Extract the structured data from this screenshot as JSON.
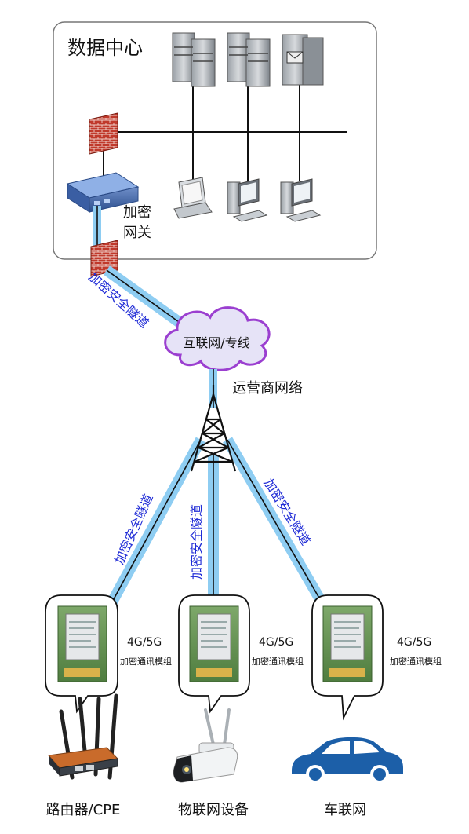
{
  "datacenter": {
    "title": "数据中心",
    "gateway_label_line1": "加密",
    "gateway_label_line2": "网关"
  },
  "tunnel_label": "加密安全隧道",
  "cloud_label": "互联网/专线",
  "carrier_label": "运营商网络",
  "modules": [
    {
      "band": "4G/5G",
      "desc": "加密通讯模组"
    },
    {
      "band": "4G/5G",
      "desc": "加密通讯模组"
    },
    {
      "band": "4G/5G",
      "desc": "加密通讯模组"
    }
  ],
  "devices": [
    {
      "label": "路由器/CPE",
      "icon": "router-icon"
    },
    {
      "label": "物联网设备",
      "icon": "camera-icon"
    },
    {
      "label": "车联网",
      "icon": "car-icon"
    }
  ],
  "colors": {
    "tunnel": "#8ecdf2",
    "tunnel_edge": "#5aa9e0",
    "cloud_fill": "#e6e3f7",
    "cloud_stroke": "#9b3fd0",
    "car": "#1c5fa8",
    "label_blue": "#1f2bd6"
  }
}
